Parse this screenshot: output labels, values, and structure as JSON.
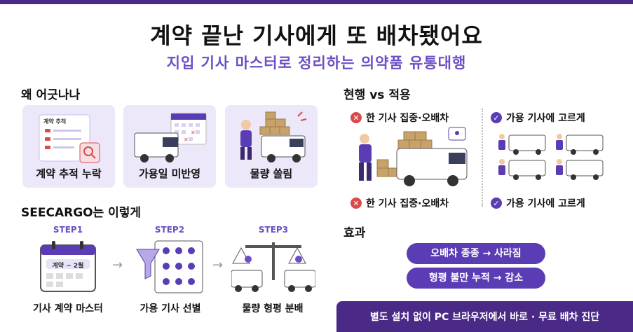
{
  "header": {
    "title": "계약 끝난 기사에게 또 배차됐어요",
    "subtitle": "지입 기사 마스터로 정리하는 의약품 유통대행"
  },
  "problems": {
    "heading": "왜 어긋나나",
    "doc_title": "계약 추적",
    "cards": [
      {
        "label": "계약 추적 누락",
        "icon": "document-search-icon"
      },
      {
        "label": "가용일 미반영",
        "icon": "van-calendar-icon"
      },
      {
        "label": "물량 쏠림",
        "icon": "overloaded-courier-icon"
      }
    ]
  },
  "solution": {
    "heading": "SEECARGO는 이렇게",
    "steps": [
      {
        "step": "STEP1",
        "caption": "기사 계약 마스터",
        "calendar_text": "계약 ~ 2월",
        "icon": "calendar-icon"
      },
      {
        "step": "STEP2",
        "caption": "가용 기사 선별",
        "icon": "funnel-filter-icon"
      },
      {
        "step": "STEP3",
        "caption": "물량 형평 분배",
        "icon": "balance-scale-icon"
      }
    ],
    "arrow": "→"
  },
  "comparison": {
    "heading": "현행 vs 적용",
    "current_label": "한 기사 집중·오배차",
    "applied_label": "가용 기사에 고르게",
    "current_bottom_label": "한 기사 집중·오배차",
    "applied_bottom_label": "가용 기사에 고르게",
    "x_mark": "✕",
    "check_mark": "✓"
  },
  "effects": {
    "heading": "효과",
    "items": [
      "오배차 종종  →  사라짐",
      "형평 불만 누적  →  감소"
    ]
  },
  "cta": {
    "text": "별도 설치 없이 PC 브라우저에서 바로 · 무료 배차 진단"
  },
  "colors": {
    "brand_dark": "#4a2a86",
    "brand": "#5a3db4",
    "accent": "#6c4fc6",
    "card_bg": "#ece7f9",
    "error": "#d94b4b"
  }
}
